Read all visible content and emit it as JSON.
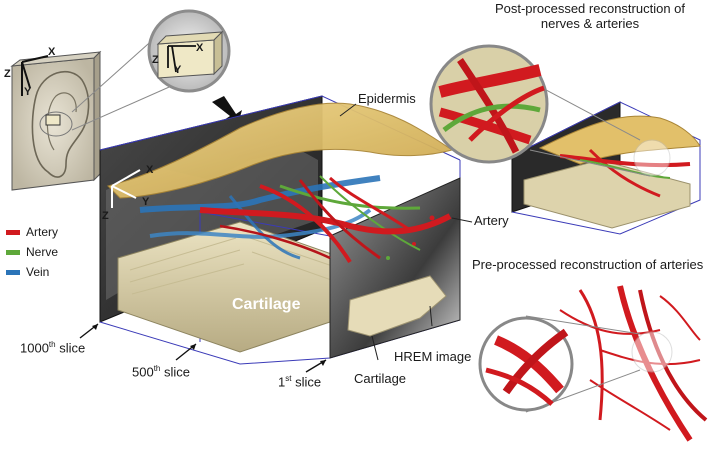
{
  "titles": {
    "post_processed": "Post-processed reconstruction of nerves & arteries",
    "pre_processed": "Pre-processed reconstruction of arteries"
  },
  "legend": [
    {
      "label": "Artery",
      "color": "#d11a1f"
    },
    {
      "label": "Nerve",
      "color": "#5ea83a"
    },
    {
      "label": "Vein",
      "color": "#2b74b8"
    }
  ],
  "labels": {
    "epidermis": "Epidermis",
    "artery": "Artery",
    "cartilage_center": "Cartilage",
    "cartilage_bottom": "Cartilage",
    "hrem_image": "HREM image"
  },
  "slices": [
    {
      "number": "1000",
      "suffix": "th",
      "word": "slice"
    },
    {
      "number": "500",
      "suffix": "th",
      "word": "slice"
    },
    {
      "number": "1",
      "suffix": "st",
      "word": "slice"
    }
  ],
  "axes": {
    "ear": {
      "x": "X",
      "y": "Y",
      "z": "Z"
    },
    "zoom": {
      "x": "X",
      "y": "Y",
      "z": "Z"
    },
    "block": {
      "x": "X",
      "y": "Y",
      "z": "Z"
    }
  },
  "colors": {
    "artery": "#d11a1f",
    "nerve": "#5ea83a",
    "vein": "#2b74b8",
    "epidermis": "#e2c06a",
    "cartilage": "#ddd3ac",
    "frame": "#3b3bb8"
  }
}
